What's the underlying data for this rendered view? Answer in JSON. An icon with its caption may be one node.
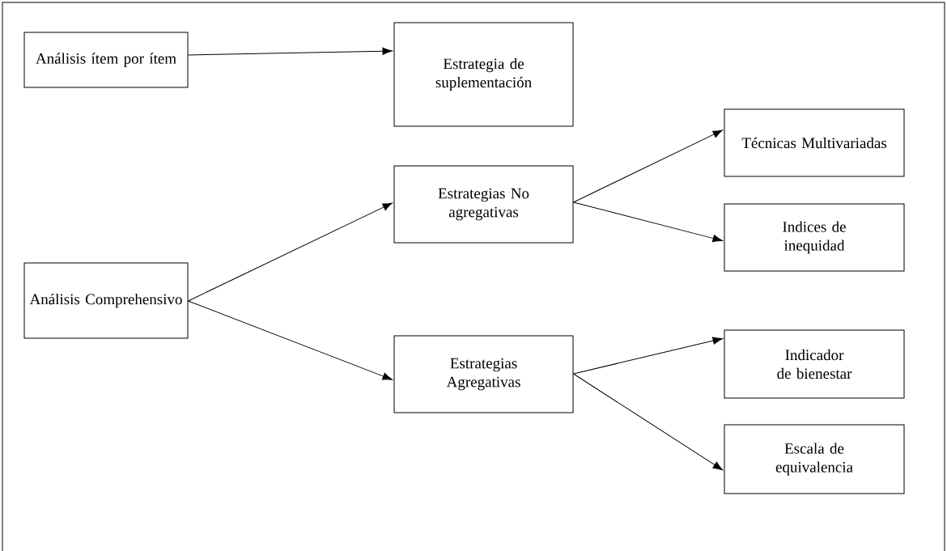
{
  "diagram": {
    "nodes": [
      {
        "text": [
          "Análisis ítem por ítem"
        ]
      },
      {
        "text": [
          "Estrategia de suplementación"
        ]
      },
      {
        "text": [
          "Estrategias No agregativas"
        ]
      },
      {
        "text": [
          "Técnicas Multivariadas"
        ]
      },
      {
        "text": [
          "Indices de inequidad"
        ]
      },
      {
        "text": [
          "Análisis Comprehensivo"
        ]
      },
      {
        "text": [
          "Estrategias Agregativas"
        ]
      },
      {
        "text": [
          "Indicador de bienestar"
        ]
      },
      {
        "text": [
          "Escala de equivalencia"
        ]
      }
    ],
    "edges": [
      {
        "from": 0,
        "to": 1,
        "arrow": "to"
      },
      {
        "from": 5,
        "to": 2,
        "arrow": "to"
      },
      {
        "from": 5,
        "to": 6,
        "arrow": "to"
      },
      {
        "from": 2,
        "to": 3,
        "arrow": "to"
      },
      {
        "from": 2,
        "to": 4,
        "arrow": "to"
      },
      {
        "from": 6,
        "to": 7,
        "arrow": "to"
      },
      {
        "from": 6,
        "to": 8,
        "arrow": "to"
      }
    ]
  }
}
